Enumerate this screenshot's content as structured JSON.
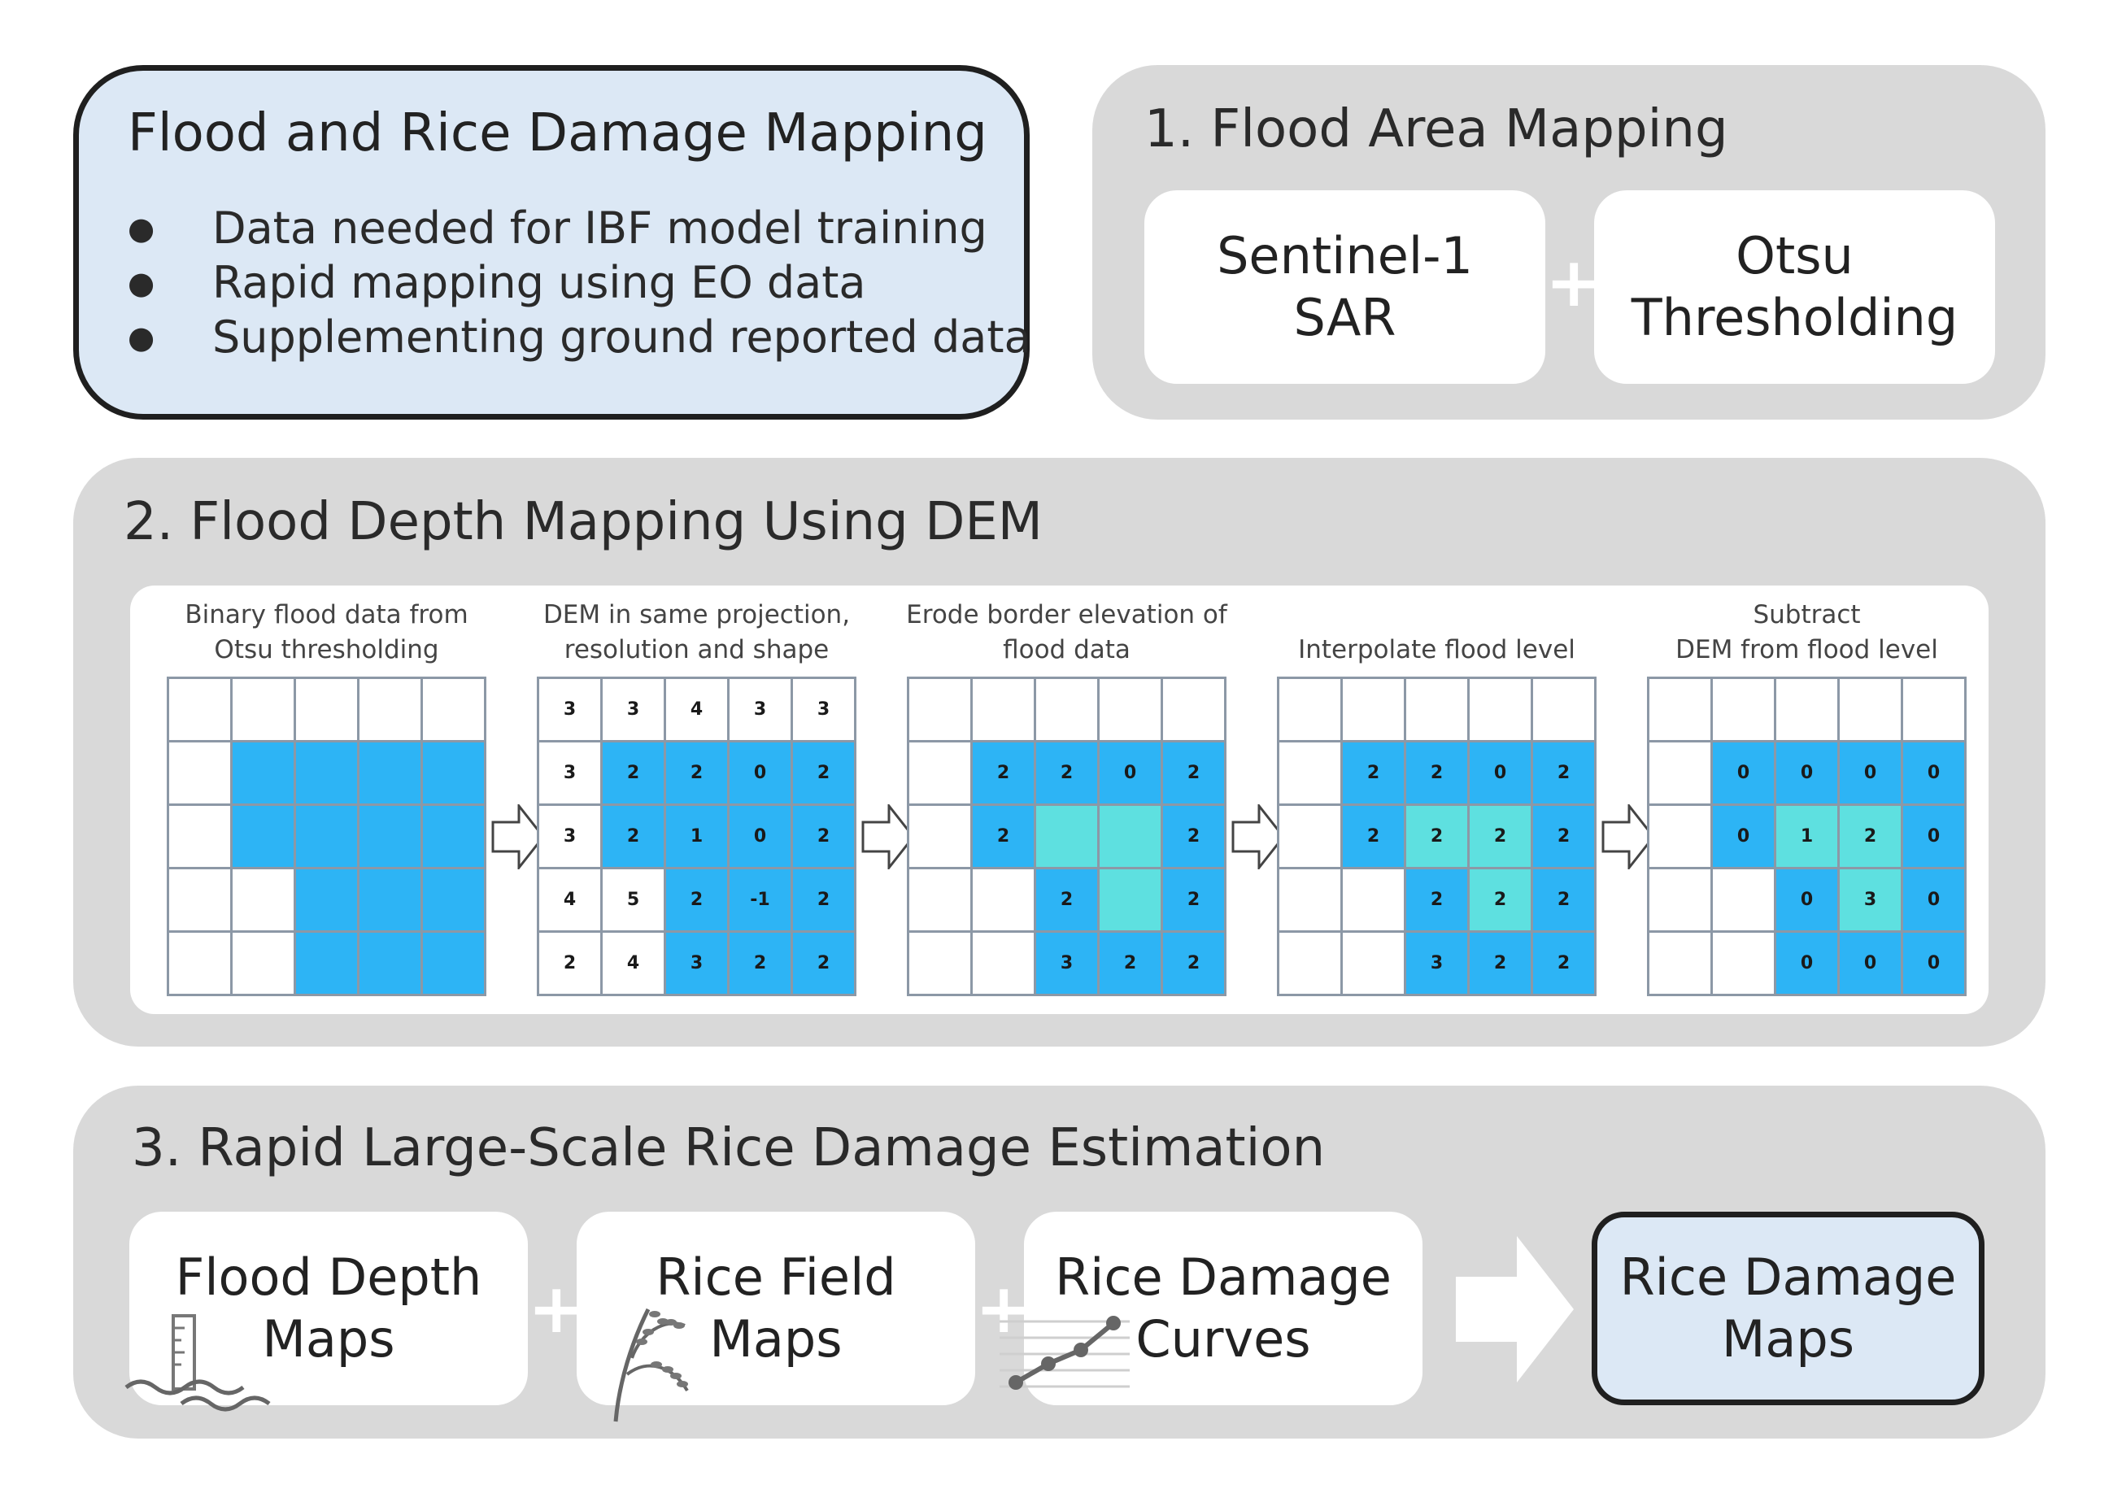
{
  "intro": {
    "title": "Flood and Rice Damage Mapping",
    "bullets": [
      "Data needed for IBF model training",
      "Rapid mapping using EO data",
      "Supplementing ground reported data"
    ]
  },
  "panel1": {
    "title": "1. Flood Area Mapping",
    "box1": [
      "Sentinel-1",
      "SAR"
    ],
    "plus": "+",
    "box2": [
      "Otsu",
      "Thresholding"
    ]
  },
  "panel2": {
    "title": "2. Flood Depth Mapping Using DEM",
    "steps": [
      {
        "label": [
          "Binary flood data from",
          "Otsu thresholding"
        ],
        "grid": [
          [
            [
              "",
              ""
            ],
            [
              "",
              ""
            ],
            [
              "",
              ""
            ],
            [
              "",
              ""
            ],
            [
              "",
              ""
            ]
          ],
          [
            [
              "",
              ""
            ],
            [
              "",
              "w"
            ],
            [
              "",
              "w"
            ],
            [
              "",
              "w"
            ],
            [
              "",
              "w"
            ]
          ],
          [
            [
              "",
              ""
            ],
            [
              "",
              "w"
            ],
            [
              "",
              "w"
            ],
            [
              "",
              "w"
            ],
            [
              "",
              "w"
            ]
          ],
          [
            [
              "",
              ""
            ],
            [
              "",
              ""
            ],
            [
              "",
              "w"
            ],
            [
              "",
              "w"
            ],
            [
              "",
              "w"
            ]
          ],
          [
            [
              "",
              ""
            ],
            [
              "",
              ""
            ],
            [
              "",
              "w"
            ],
            [
              "",
              "w"
            ],
            [
              "",
              "w"
            ]
          ]
        ]
      },
      {
        "label": [
          "DEM in same projection,",
          "resolution and shape"
        ],
        "grid": [
          [
            [
              "3",
              ""
            ],
            [
              "3",
              ""
            ],
            [
              "4",
              ""
            ],
            [
              "3",
              ""
            ],
            [
              "3",
              ""
            ]
          ],
          [
            [
              "3",
              ""
            ],
            [
              "2",
              "w"
            ],
            [
              "2",
              "w"
            ],
            [
              "0",
              "w"
            ],
            [
              "2",
              "w"
            ]
          ],
          [
            [
              "3",
              ""
            ],
            [
              "2",
              "w"
            ],
            [
              "1",
              "w"
            ],
            [
              "0",
              "w"
            ],
            [
              "2",
              "w"
            ]
          ],
          [
            [
              "4",
              ""
            ],
            [
              "5",
              ""
            ],
            [
              "2",
              "w"
            ],
            [
              "-1",
              "w"
            ],
            [
              "2",
              "w"
            ]
          ],
          [
            [
              "2",
              ""
            ],
            [
              "4",
              ""
            ],
            [
              "3",
              "w"
            ],
            [
              "2",
              "w"
            ],
            [
              "2",
              "w"
            ]
          ]
        ]
      },
      {
        "label": [
          "Erode border elevation of",
          "flood data"
        ],
        "grid": [
          [
            [
              "",
              ""
            ],
            [
              "",
              ""
            ],
            [
              "",
              ""
            ],
            [
              "",
              ""
            ],
            [
              "",
              ""
            ]
          ],
          [
            [
              "",
              ""
            ],
            [
              "2",
              "w"
            ],
            [
              "2",
              "w"
            ],
            [
              "0",
              "w"
            ],
            [
              "2",
              "w"
            ]
          ],
          [
            [
              "",
              ""
            ],
            [
              "2",
              "w"
            ],
            [
              "",
              "i"
            ],
            [
              "",
              "i"
            ],
            [
              "2",
              "w"
            ]
          ],
          [
            [
              "",
              ""
            ],
            [
              "",
              ""
            ],
            [
              "2",
              "w"
            ],
            [
              "",
              "i"
            ],
            [
              "2",
              "w"
            ]
          ],
          [
            [
              "",
              ""
            ],
            [
              "",
              ""
            ],
            [
              "3",
              "w"
            ],
            [
              "2",
              "w"
            ],
            [
              "2",
              "w"
            ]
          ]
        ]
      },
      {
        "label": [
          "Interpolate flood level"
        ],
        "grid": [
          [
            [
              "",
              ""
            ],
            [
              "",
              ""
            ],
            [
              "",
              ""
            ],
            [
              "",
              ""
            ],
            [
              "",
              ""
            ]
          ],
          [
            [
              "",
              ""
            ],
            [
              "2",
              "w"
            ],
            [
              "2",
              "w"
            ],
            [
              "0",
              "w"
            ],
            [
              "2",
              "w"
            ]
          ],
          [
            [
              "",
              ""
            ],
            [
              "2",
              "w"
            ],
            [
              "2",
              "i"
            ],
            [
              "2",
              "i"
            ],
            [
              "2",
              "w"
            ]
          ],
          [
            [
              "",
              ""
            ],
            [
              "",
              ""
            ],
            [
              "2",
              "w"
            ],
            [
              "2",
              "i"
            ],
            [
              "2",
              "w"
            ]
          ],
          [
            [
              "",
              ""
            ],
            [
              "",
              ""
            ],
            [
              "3",
              "w"
            ],
            [
              "2",
              "w"
            ],
            [
              "2",
              "w"
            ]
          ]
        ]
      },
      {
        "label": [
          "Subtract",
          "DEM from flood level"
        ],
        "grid": [
          [
            [
              "",
              ""
            ],
            [
              "",
              ""
            ],
            [
              "",
              ""
            ],
            [
              "",
              ""
            ],
            [
              "",
              ""
            ]
          ],
          [
            [
              "",
              ""
            ],
            [
              "0",
              "w"
            ],
            [
              "0",
              "w"
            ],
            [
              "0",
              "w"
            ],
            [
              "0",
              "w"
            ]
          ],
          [
            [
              "",
              ""
            ],
            [
              "0",
              "w"
            ],
            [
              "1",
              "i"
            ],
            [
              "2",
              "i"
            ],
            [
              "0",
              "w"
            ]
          ],
          [
            [
              "",
              ""
            ],
            [
              "",
              ""
            ],
            [
              "0",
              "w"
            ],
            [
              "3",
              "i"
            ],
            [
              "0",
              "w"
            ]
          ],
          [
            [
              "",
              ""
            ],
            [
              "",
              ""
            ],
            [
              "0",
              "w"
            ],
            [
              "0",
              "w"
            ],
            [
              "0",
              "w"
            ]
          ]
        ]
      }
    ]
  },
  "panel3": {
    "title": "3. Rapid Large-Scale Rice Damage Estimation",
    "inputs": [
      {
        "lines": [
          "Flood Depth",
          "Maps"
        ],
        "icon": "flood-gauge-icon"
      },
      {
        "lines": [
          "Rice Field",
          "Maps"
        ],
        "icon": "rice-plant-icon"
      },
      {
        "lines": [
          "Rice Damage",
          "Curves"
        ],
        "icon": "damage-curve-icon"
      }
    ],
    "plus": "+",
    "result": [
      "Rice Damage",
      "Maps"
    ]
  },
  "colors": {
    "panel_gray": "#d9d9d9",
    "highlight_blue": "#dce8f5",
    "flood_blue": "#2db4f5",
    "interp_cyan": "#5ee0e0",
    "grid_line": "#8c98a6"
  }
}
